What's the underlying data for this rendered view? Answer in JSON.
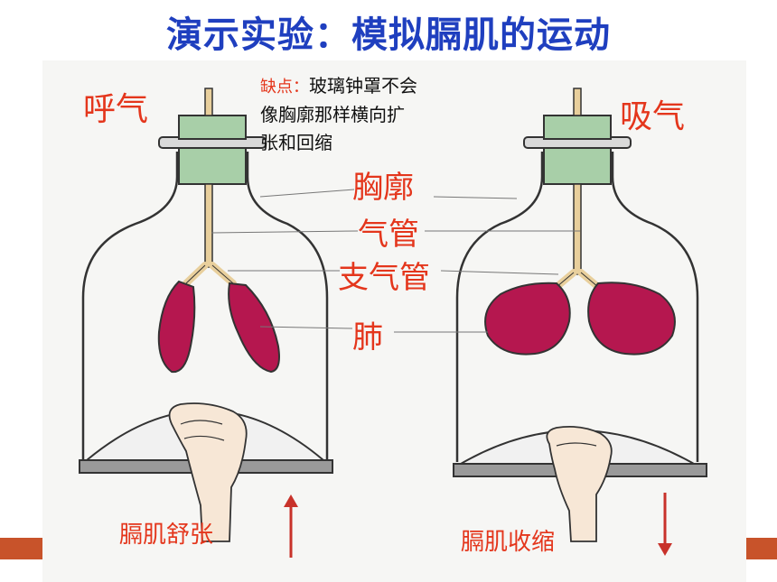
{
  "title": "演示实验：模拟膈肌的运动",
  "left": {
    "state": "呼气",
    "muscle": "膈肌舒张"
  },
  "right": {
    "state": "吸气",
    "muscle": "膈肌收缩"
  },
  "note": {
    "head": "缺点：",
    "line1": "玻璃钟罩不会",
    "line2": "像胸廓那样横向扩",
    "line3": "张和回缩"
  },
  "labels": {
    "chest": "胸廓",
    "trachea": "气管",
    "bronchi": "支气管",
    "lung": "肺"
  },
  "colors": {
    "title": "#1f3fbf",
    "label": "#e4361c",
    "lung": "#b5174f",
    "stopper": "#a8cfa8",
    "bar": "#c8532a"
  }
}
